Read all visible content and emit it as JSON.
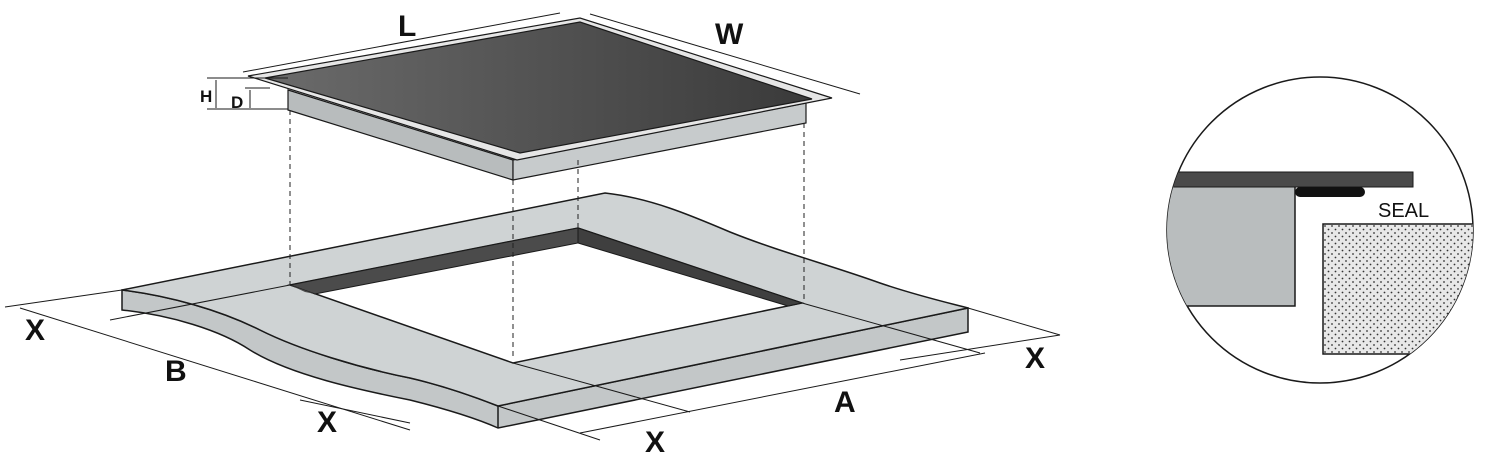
{
  "diagram": {
    "dimension_labels": {
      "length": "L",
      "width": "W",
      "height": "H",
      "depth": "D",
      "cutout_a": "A",
      "cutout_b": "B",
      "clearance": "X"
    },
    "detail": {
      "seal_label": "SEAL"
    },
    "colors": {
      "glass_top": "#3c3c3c",
      "glass_top_light": "#6a6a6a",
      "hob_body": "#c8cccd",
      "worktop": "#cdd1d2",
      "cutout_wall": "#4a4a4a",
      "outline": "#1a1a1a"
    }
  }
}
